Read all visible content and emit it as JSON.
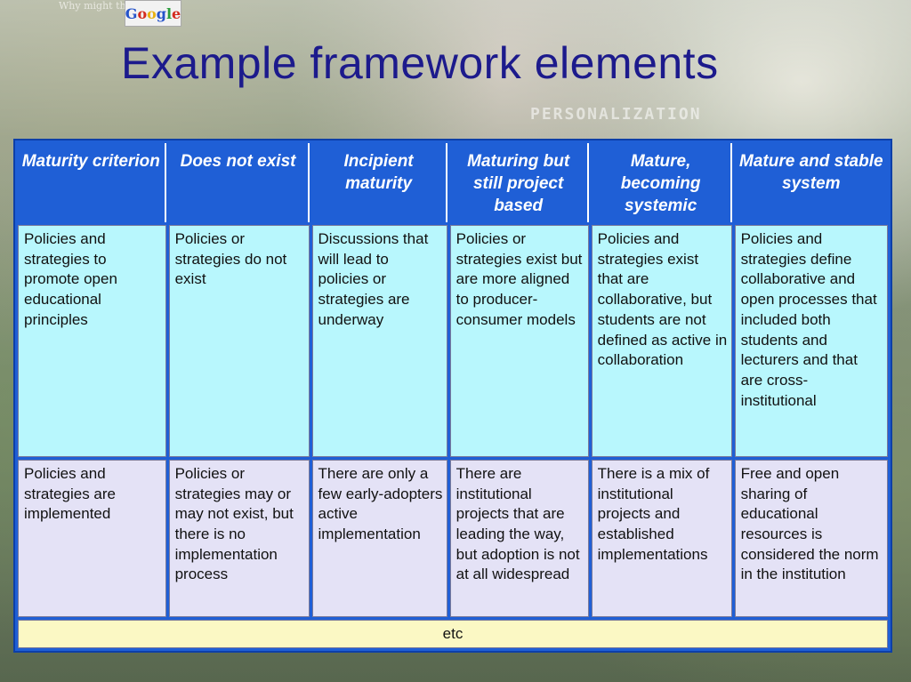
{
  "slide": {
    "title": "Example framework elements",
    "background_note": "Why might\nthe Google",
    "logo_text": "Google",
    "watermark": "PERSONALIZATION"
  },
  "table": {
    "headers": [
      "Maturity criterion",
      "Does not exist",
      "Incipient maturity",
      "Maturing but still project based",
      "Mature, becoming systemic",
      "Mature and stable system"
    ],
    "rows": [
      [
        "Policies and strategies to promote open educational principles",
        "Policies or strategies do not exist",
        "Discussions that will lead to policies or strategies are underway",
        "Policies or strategies exist but are more aligned to producer-consumer models",
        "Policies and strategies exist that are collaborative, but students are not defined as active in collaboration",
        "Policies and strategies define collaborative and open processes that included both students and lecturers and that are cross-institutional"
      ],
      [
        "Policies and strategies are implemented",
        "Policies or strategies may or may not exist, but there is no implementation process",
        "There are only a few early-adopters active implementation",
        "There are institutional projects that are leading the way, but adoption is not at all widespread",
        "There is a mix of institutional projects and established implementations",
        "Free and open sharing of educational resources is considered the norm in the institution"
      ]
    ],
    "footer": "etc"
  },
  "colors": {
    "title": "#1c1a8c",
    "header_bg": "#1f5fd6",
    "row1_bg": "#b8f7fd",
    "row2_bg": "#e4e2f6",
    "footer_bg": "#fbf8c4"
  }
}
